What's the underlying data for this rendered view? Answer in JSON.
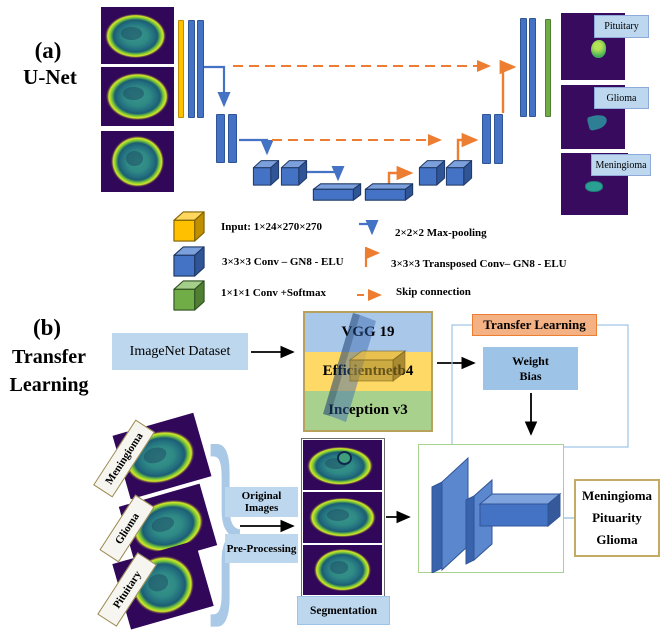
{
  "panel_a": {
    "tag": "(a)",
    "title": "U-Net",
    "output_labels": [
      "Pituitary",
      "Glioma",
      "Meningioma"
    ],
    "legend": {
      "input": "Input: 1×24×270×270",
      "conv": "3×3×3 Conv – GN8 - ELU",
      "softmax": "1×1×1 Conv +Softmax",
      "maxpool": "2×2×2 Max-pooling",
      "transposed": "3×3×3 Transposed Conv– GN8 - ELU",
      "skip": "Skip connection"
    }
  },
  "panel_b": {
    "tag": "(b)",
    "title_line1": "Transfer",
    "title_line2": "Learning",
    "imagenet_label": "ImageNet Dataset",
    "backbones": [
      "VGG 19",
      "Efficientnetb4",
      "Inception v3"
    ],
    "transfer_box": "Transfer Learning",
    "weight_line1": "Weight",
    "weight_line2": "Bias",
    "input_labels": [
      "Meningioma",
      "Glioma",
      "Pituitary"
    ],
    "original_images": "Original Images",
    "pre_processing": "Pre-Processing",
    "segmentation": "Segmentation",
    "output_labels": [
      "Meningioma",
      "Pituarity",
      "Glioma"
    ]
  },
  "brace": "}",
  "colors": {
    "arrow_blue": "#4472C4",
    "arrow_orange": "#ED7D31",
    "light_blue_box": "#BDD7EE",
    "weight_box_blue": "#9DC3E6",
    "transfer_fill": "#F4B183",
    "transfer_border": "#ED7D31",
    "band_blue": "#A9C7E8",
    "band_yellow": "#FFD966",
    "band_green": "#A9D18E",
    "cube_yellow": "#FFC000",
    "cube_blue": "#4472C4",
    "cube_green": "#70AD47",
    "green_box_border": "#A9D18E",
    "tan_border": "#B49B5A",
    "mri_background": "#31075A"
  }
}
